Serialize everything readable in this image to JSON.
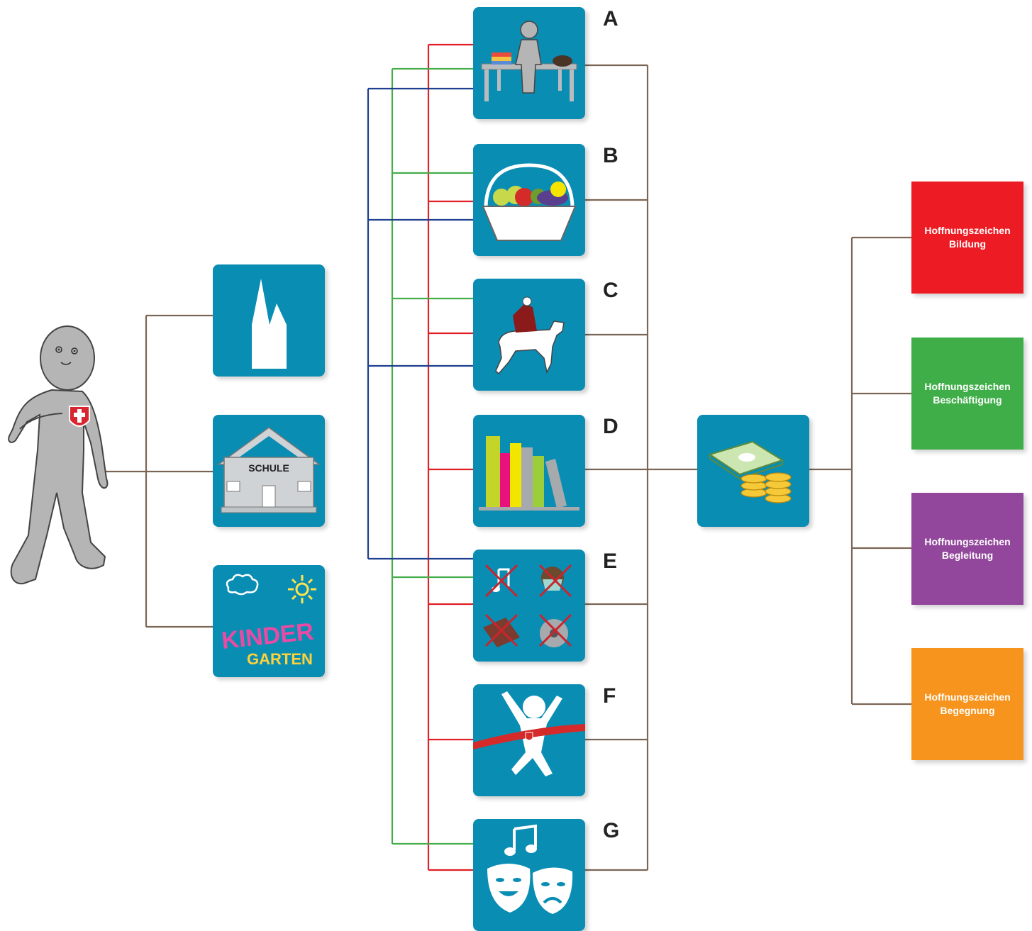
{
  "tile_labels": {
    "a": "A",
    "b": "B",
    "c": "C",
    "d": "D",
    "e": "E",
    "f": "F",
    "g": "G"
  },
  "schule_label": "SCHULE",
  "kindergarten_text": {
    "line1": "KINDER",
    "line2": "GARTEN"
  },
  "hope_boxes": [
    {
      "line1": "Hoffnungszeichen",
      "line2": "Bildung",
      "color": "#ed1c24"
    },
    {
      "line1": "Hoffnungszeichen",
      "line2": "Beschäftigung",
      "color": "#3fae49"
    },
    {
      "line1": "Hoffnungszeichen",
      "line2": "Begleitung",
      "color": "#92479c"
    },
    {
      "line1": "Hoffnungszeichen",
      "line2": "Begegnung",
      "color": "#f7941d"
    }
  ],
  "colors": {
    "tile": "#0a8db3",
    "connector": "#7b6656",
    "red_line": "#e01f26",
    "green_line": "#43ad49",
    "blue_line": "#1f3f8f"
  },
  "icons": {
    "person": "person-with-shield-icon",
    "church": "church-icon",
    "school": "school-building-icon",
    "kindergarten": "kindergarten-drawing-icon",
    "a": "person-at-table-icon",
    "b": "fruit-basket-icon",
    "c": "horse-rider-icon",
    "d": "books-icon",
    "e": "crossed-out-treats-icon",
    "f": "runner-finish-line-icon",
    "g": "theater-masks-icon",
    "money": "money-stack-icon"
  }
}
